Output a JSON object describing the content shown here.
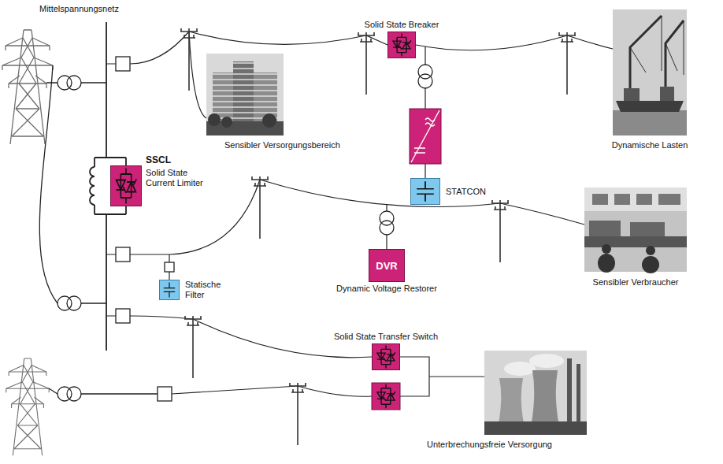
{
  "diagram": {
    "nodes": [
      {
        "text": [
          "Solid State Breaker"
        ]
      },
      {
        "text": [
          "STATCON"
        ]
      },
      {
        "text": [
          "SSCL",
          "Solid State Current Limiter"
        ]
      },
      {
        "text": [
          "Statische Filter"
        ]
      },
      {
        "text": [
          "DVR",
          "Dynamic Voltage Restorer"
        ]
      },
      {
        "text": [
          "Solid State Transfer Switch"
        ]
      }
    ],
    "labels": [
      "Mittelspannungsnetz",
      "Sensibler Versorgungsbereich",
      "Dynamische Lasten",
      "Sensibler Verbraucher",
      "Unterbrechungsfreie Versorgung"
    ]
  }
}
